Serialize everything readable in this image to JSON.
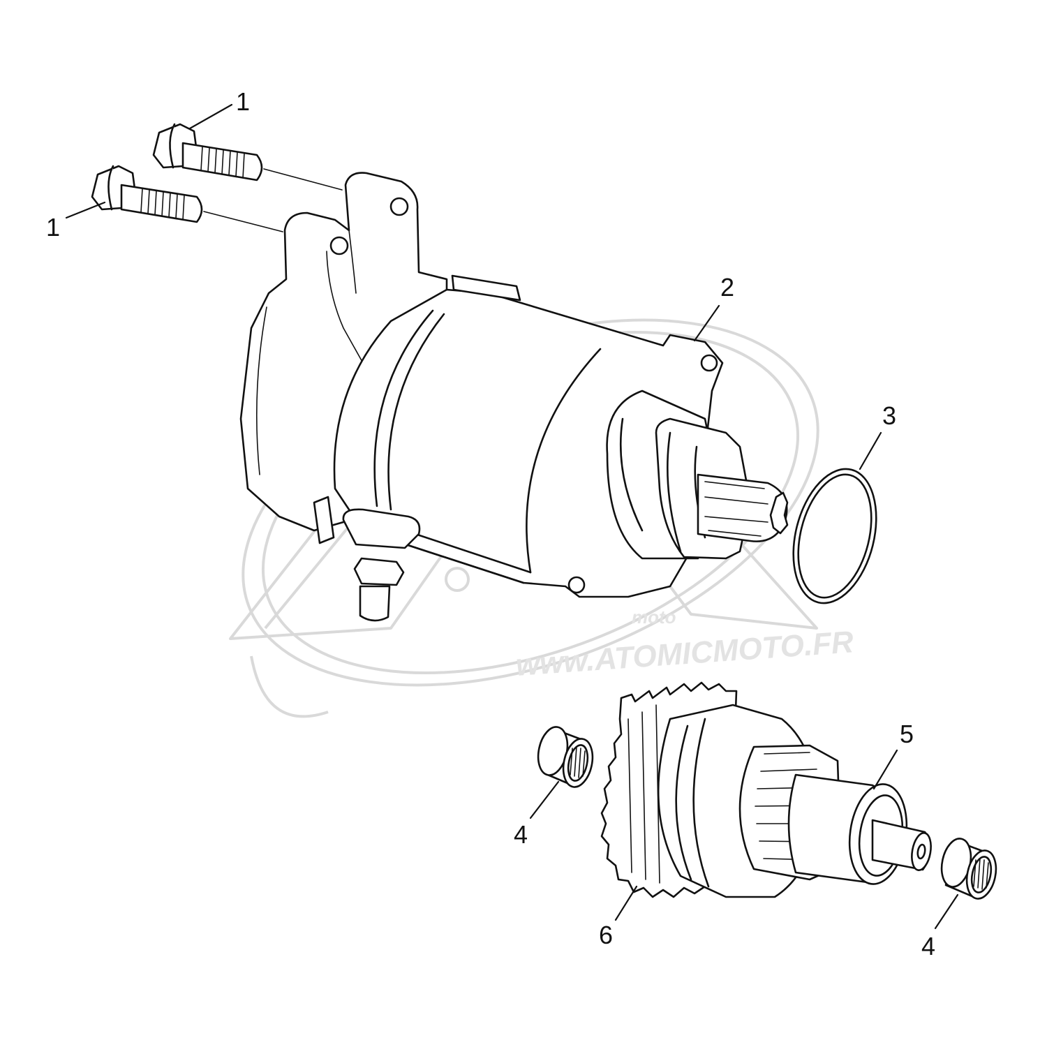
{
  "diagram": {
    "callouts": [
      {
        "id": "bolt-upper",
        "label": "1"
      },
      {
        "id": "bolt-lower",
        "label": "1"
      },
      {
        "id": "starter-motor",
        "label": "2"
      },
      {
        "id": "o-ring",
        "label": "3"
      },
      {
        "id": "bearing-left",
        "label": "4"
      },
      {
        "id": "bearing-right",
        "label": "4"
      },
      {
        "id": "starter-clutch-shaft",
        "label": "5"
      },
      {
        "id": "starter-gear",
        "label": "6"
      }
    ]
  },
  "watermark": {
    "brand": "moto",
    "url": "www.ATOMICMOTO.FR"
  }
}
